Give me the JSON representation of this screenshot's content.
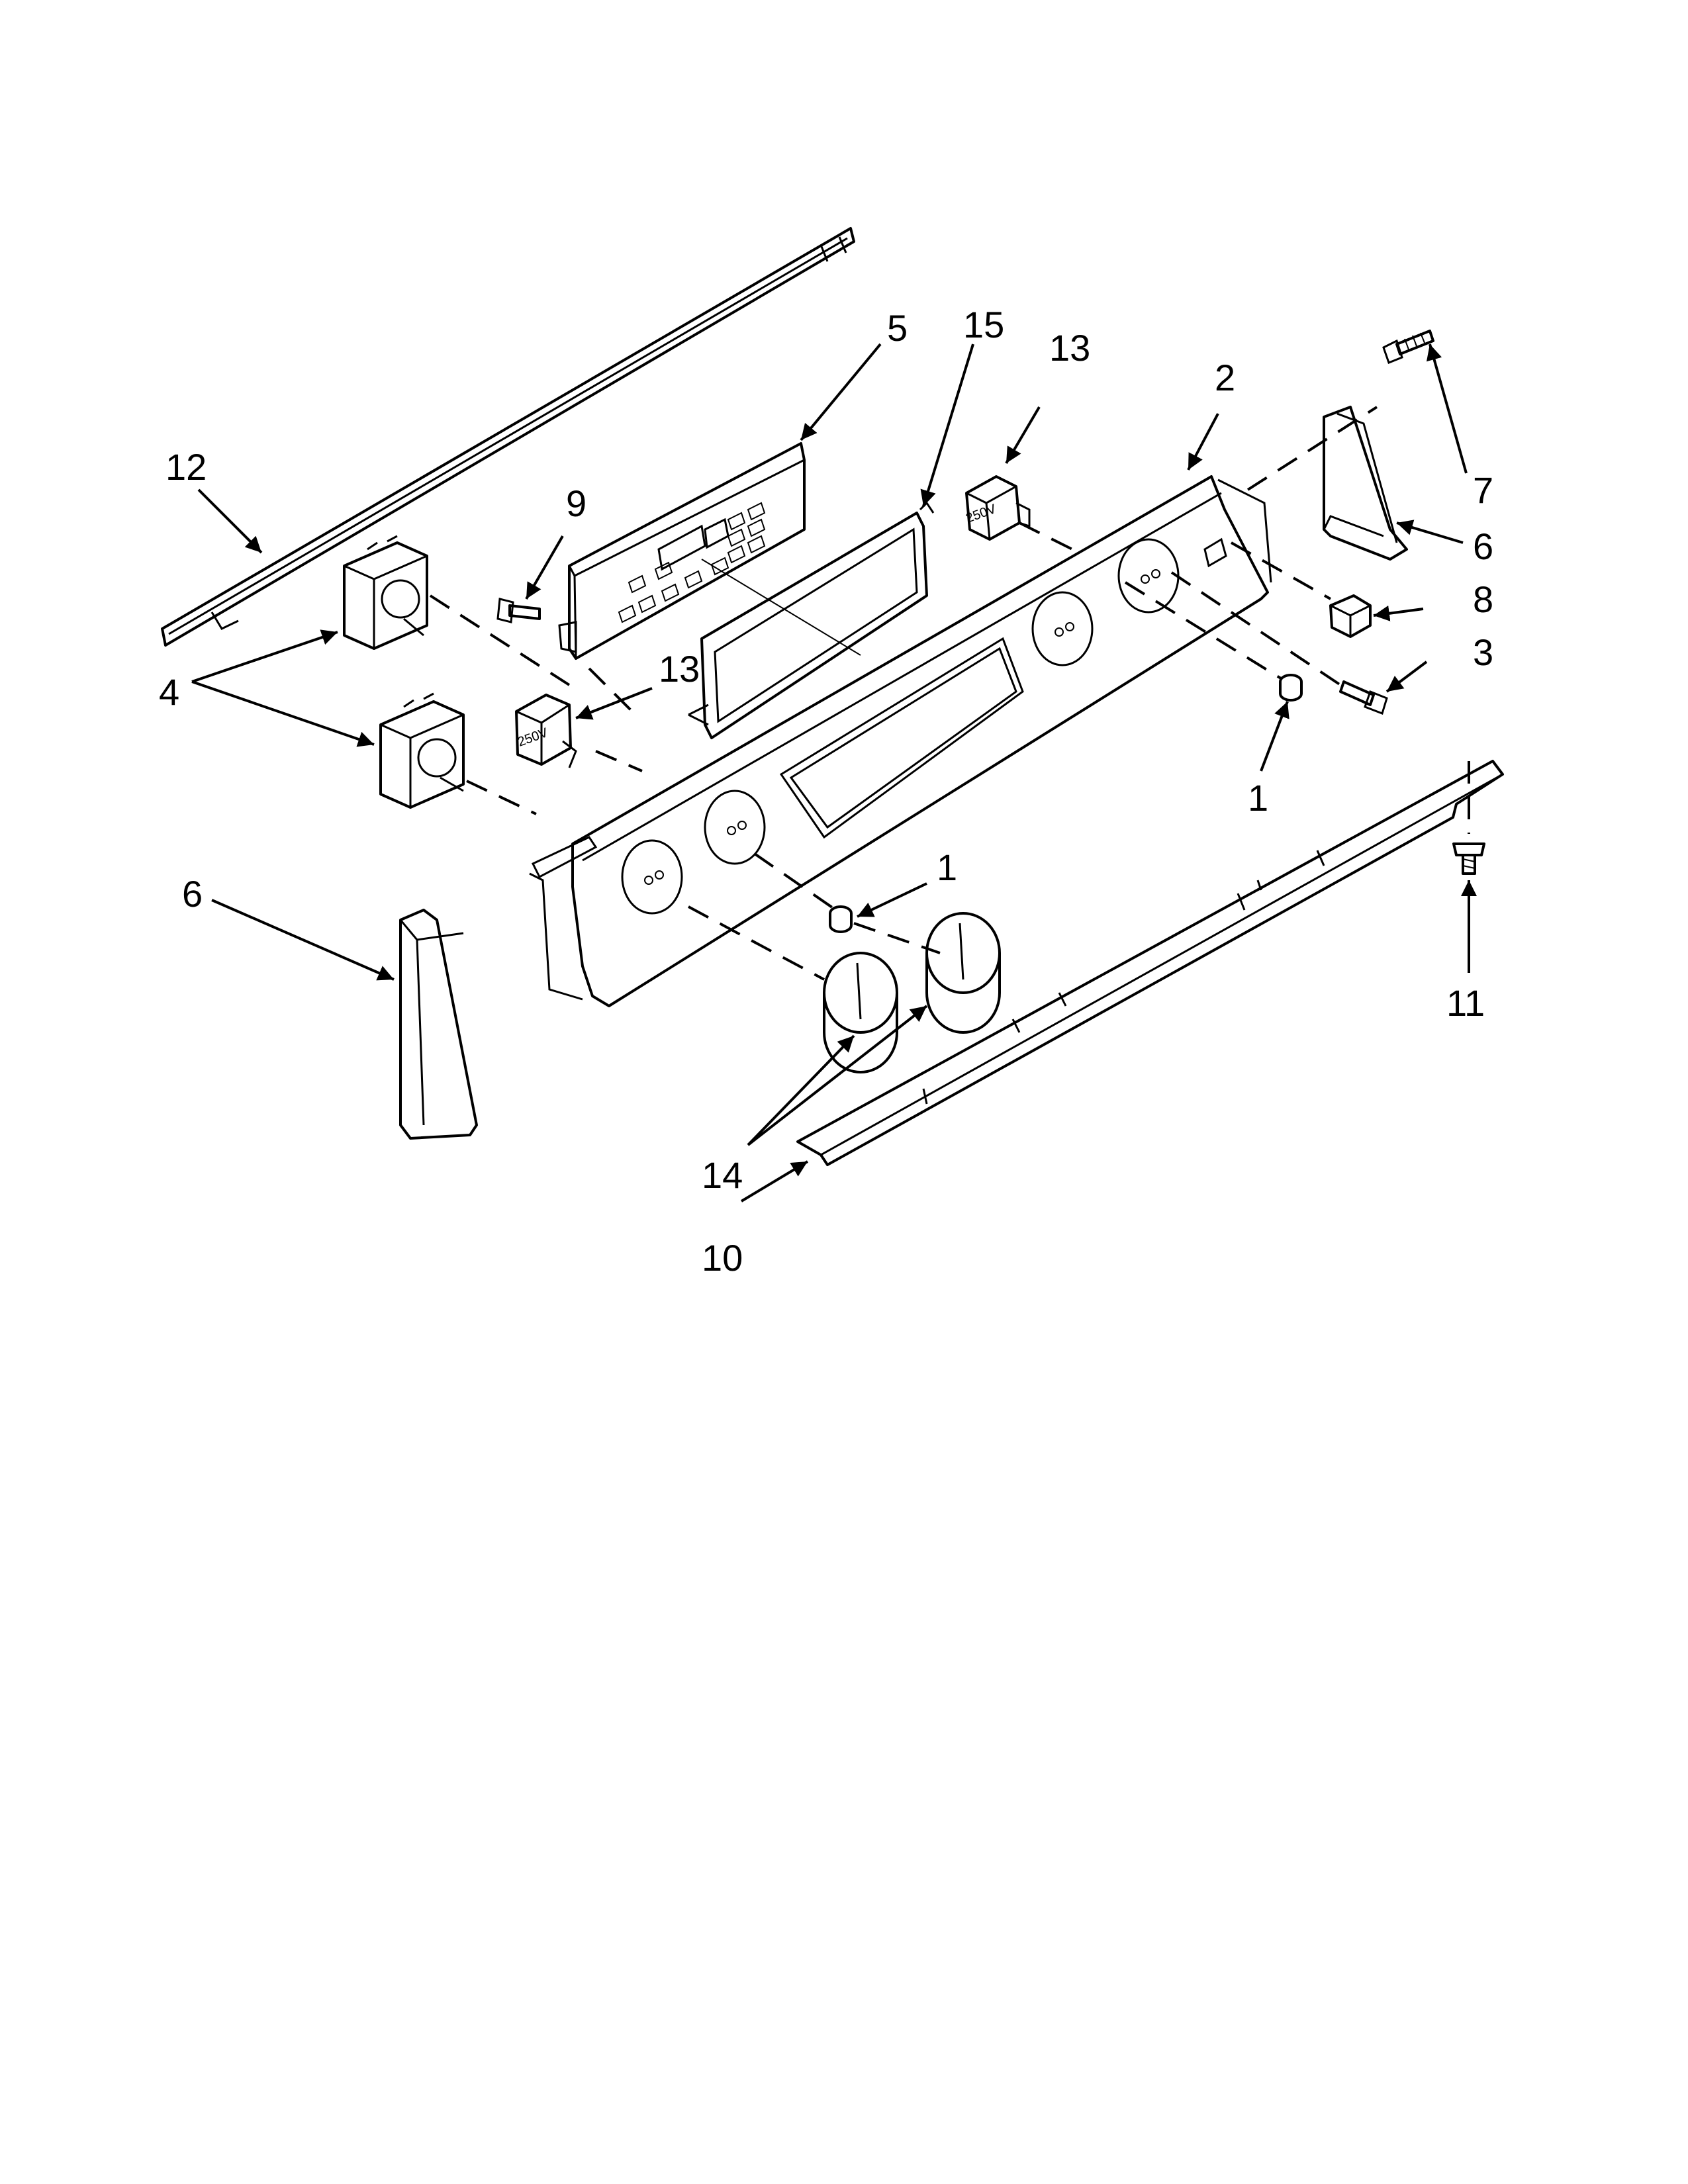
{
  "diagram": {
    "callouts": [
      {
        "id": "c12",
        "label": "12"
      },
      {
        "id": "c5",
        "label": "5"
      },
      {
        "id": "c15",
        "label": "15"
      },
      {
        "id": "c13a",
        "label": "13"
      },
      {
        "id": "c2",
        "label": "2"
      },
      {
        "id": "c7",
        "label": "7"
      },
      {
        "id": "c9",
        "label": "9"
      },
      {
        "id": "c6a",
        "label": "6"
      },
      {
        "id": "c8",
        "label": "8"
      },
      {
        "id": "c3",
        "label": "3"
      },
      {
        "id": "c4",
        "label": "4"
      },
      {
        "id": "c13b",
        "label": "13"
      },
      {
        "id": "c1a",
        "label": "1"
      },
      {
        "id": "c1b",
        "label": "1"
      },
      {
        "id": "c6b",
        "label": "6"
      },
      {
        "id": "c11",
        "label": "11"
      },
      {
        "id": "c14",
        "label": "14"
      },
      {
        "id": "c10",
        "label": "10"
      }
    ],
    "switch_marking": "250V"
  }
}
